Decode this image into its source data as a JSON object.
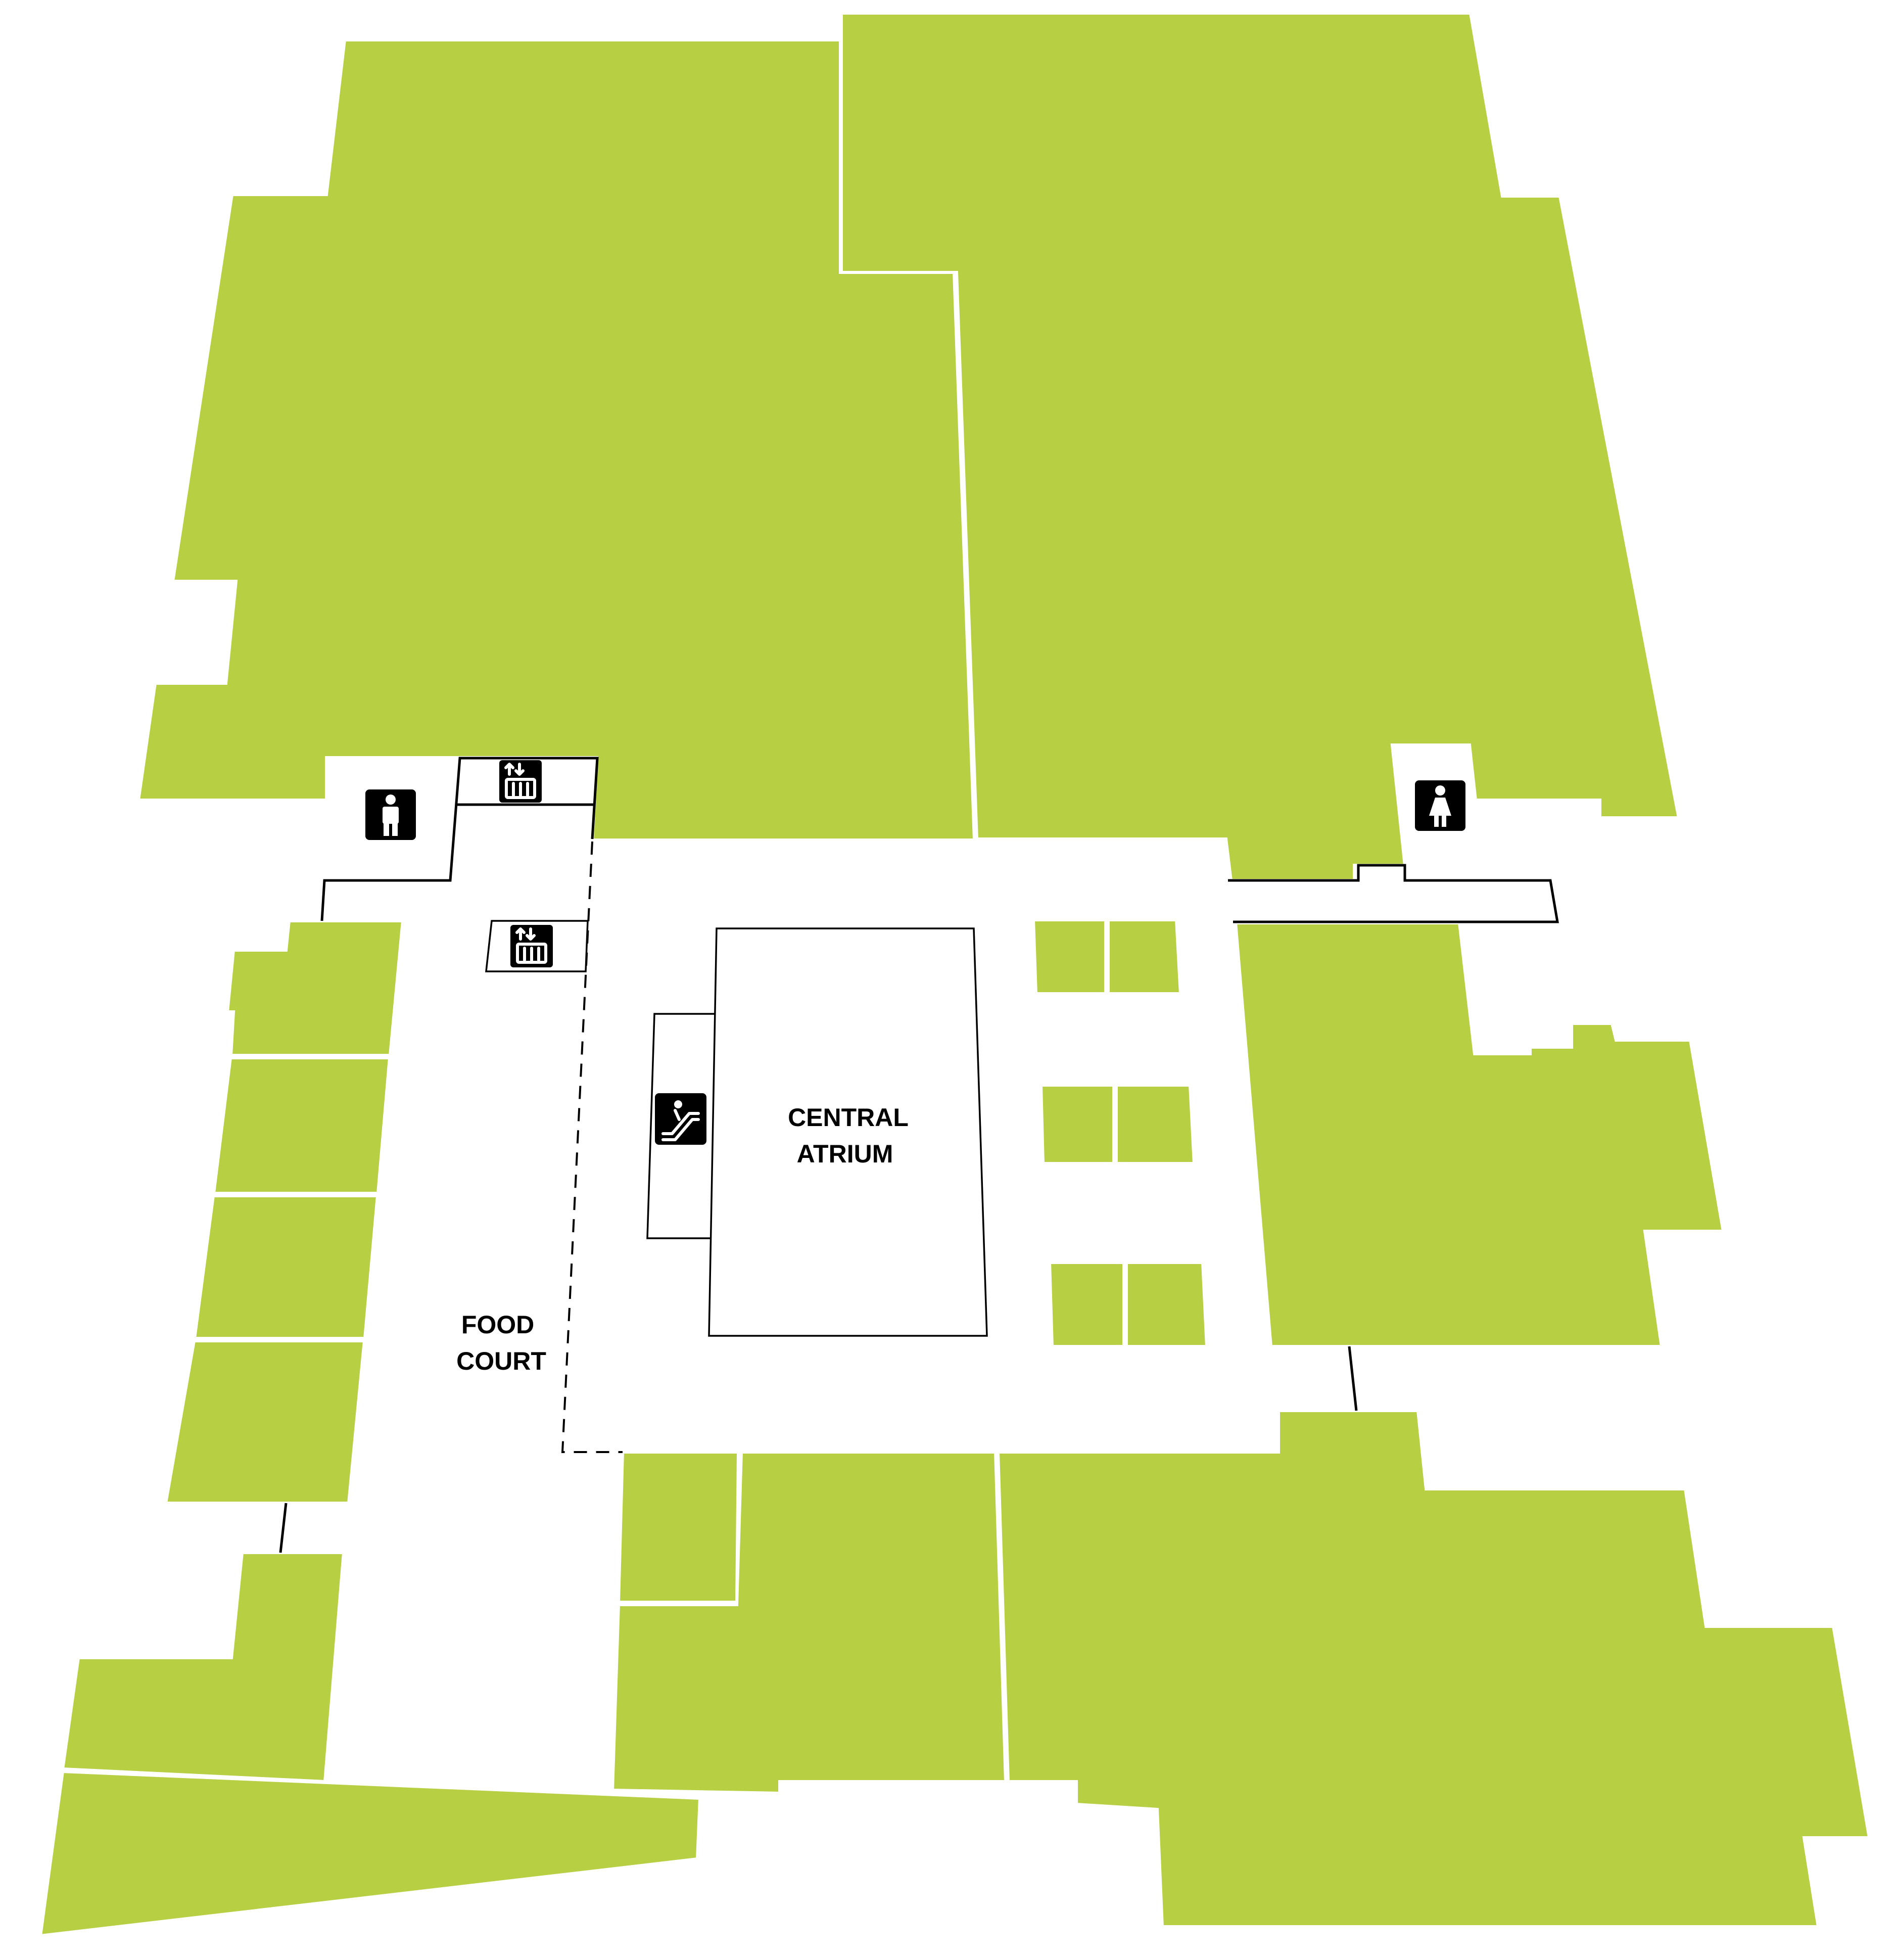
{
  "colors": {
    "store": "#b7cf42",
    "walkway": "#ffffff",
    "lines": "#000000"
  },
  "labels": {
    "central_atrium": [
      "CENTRAL",
      "ATRIUM"
    ],
    "food_court": [
      "FOOD",
      "COURT"
    ]
  },
  "icons": [
    "male-restroom-icon",
    "female-restroom-icon",
    "elevator-icon",
    "escalator-icon"
  ]
}
